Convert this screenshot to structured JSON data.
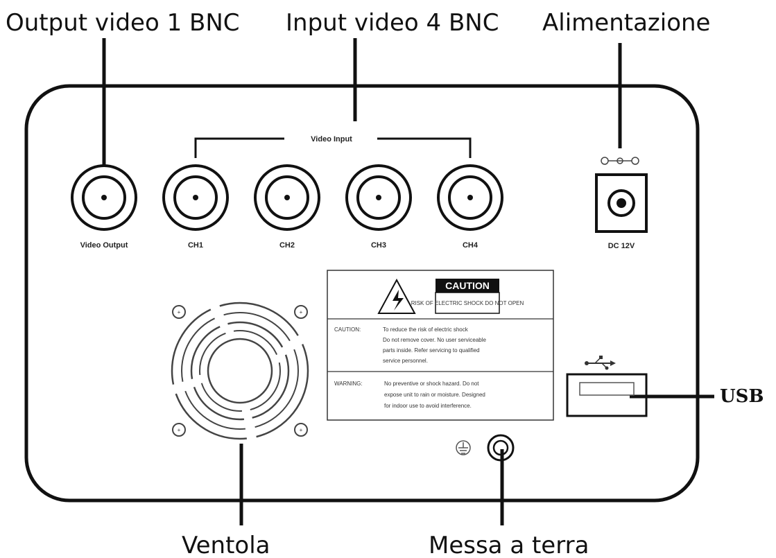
{
  "callouts": {
    "output_video": "Output video 1 BNC",
    "input_video": "Input video 4 BNC",
    "power": "Alimentazione",
    "usb": "USB",
    "fan": "Ventola",
    "ground": "Messa a terra"
  },
  "panel": {
    "video_input_group": "Video Input",
    "video_output_label": "Video Output",
    "channels": [
      "CH1",
      "CH2",
      "CH3",
      "CH4"
    ],
    "dc_label": "DC 12V",
    "caution_title": "CAUTION",
    "caution_sub": "RISK OF ELECTRIC SHOCK DO NOT OPEN",
    "caution_prefix": "CAUTION:",
    "caution_lines": [
      "To reduce the risk of electric shock",
      "Do not remove cover. No user serviceable",
      "parts inside. Refer servicing to qualified",
      "service personnel."
    ],
    "warning_prefix": "WARNING:",
    "warning_lines": [
      "No preventive or shock hazard. Do not",
      "expose unit to rain or moisture. Designed",
      "for indoor use to avoid interference."
    ]
  }
}
